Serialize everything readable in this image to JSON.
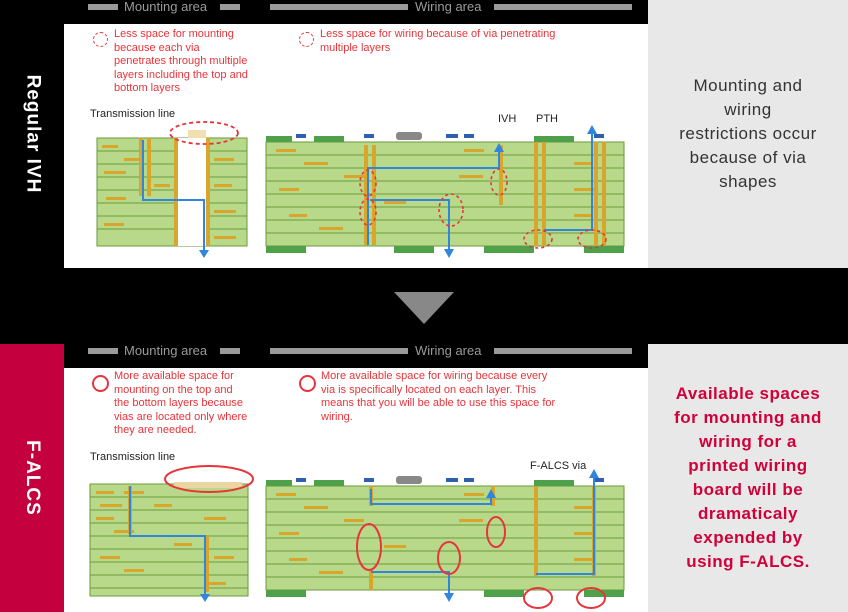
{
  "sections": [
    {
      "side_label": "Regular IVH",
      "mounting_header": "Mounting area",
      "wiring_header": "Wiring area",
      "note_mounting": [
        "Less space for mounting",
        "because each via",
        "penetrates through multiple",
        "layers including the top and",
        "bottom layers"
      ],
      "note_wiring": [
        "Less space for wiring because of via penetrating",
        "multiple layers"
      ],
      "transmission_label": "Transmission line",
      "via_labels": [
        "IVH",
        "PTH"
      ],
      "description": [
        "Mounting and",
        "wiring",
        "restrictions occur",
        "because of via",
        "shapes"
      ]
    },
    {
      "side_label": "F-ALCS",
      "mounting_header": "Mounting area",
      "wiring_header": "Wiring area",
      "note_mounting": [
        "More available space for",
        "mounting on the top and",
        "the bottom layers because",
        "vias are located only where",
        "they are needed."
      ],
      "note_wiring": [
        "More available space for wiring because every",
        "via is specifically located on each layer.  This",
        "means that you will be able to use this space for",
        "wiring."
      ],
      "transmission_label": "Transmission line",
      "via_labels": [
        "F-ALCS via"
      ],
      "description": [
        "Available spaces",
        "for mounting and",
        "wiring for a",
        "printed wiring",
        "board will be",
        "dramaticaly",
        "expended by",
        "using F-ALCS."
      ]
    }
  ],
  "colors": {
    "board_green": "#b9d98a",
    "copper": "#d9a52b",
    "arrow_blue": "#2e86de",
    "red": "#e8343a",
    "falcs_red": "#c5003e",
    "dark_green": "#4ea04a"
  }
}
